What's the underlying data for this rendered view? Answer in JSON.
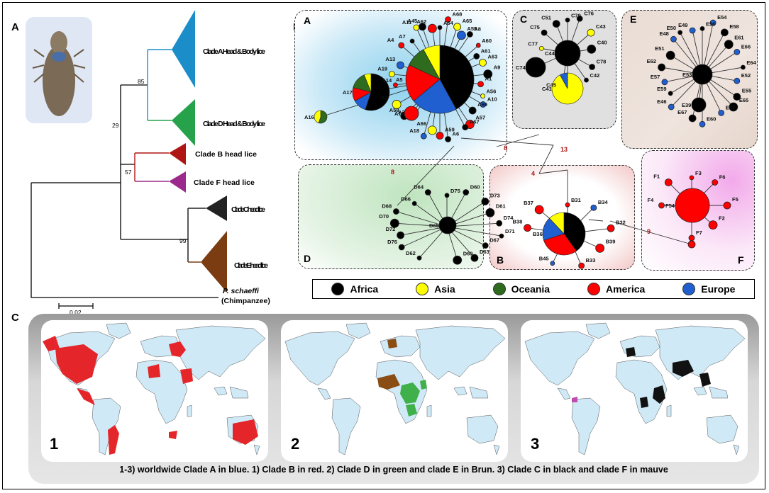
{
  "panel_labels": {
    "a": "A",
    "b": "B",
    "c": "C"
  },
  "tree": {
    "clades": [
      {
        "label": "Clade A Head & Body lice",
        "color": "#1b8ec9"
      },
      {
        "label": "Clade D Head & Body lice",
        "color": "#25a24a"
      },
      {
        "label": "Clade B head lice",
        "color": "#b01515"
      },
      {
        "label": "Clade F head lice",
        "color": "#9c2a8c"
      },
      {
        "label": "Clade C head lice",
        "color": "#222222"
      },
      {
        "label": "Clade E head lice",
        "color": "#7a3c10"
      }
    ],
    "bootstrap": [
      "85",
      "29",
      "57",
      "99"
    ],
    "outgroup_species": "P. schaeffi",
    "outgroup_common": "(Chimpanzee)",
    "scale_label": "0.02"
  },
  "network": {
    "boxes": [
      {
        "letter": "A",
        "nodes": [
          "A64",
          "A68",
          "A65",
          "A55",
          "A8",
          "A60",
          "A61",
          "A63",
          "A9",
          "A1",
          "A56",
          "A10",
          "A69",
          "A57",
          "A67",
          "A5",
          "A6",
          "A59",
          "A66",
          "A18",
          "A17",
          "A3",
          "A58",
          "A2",
          "A16",
          "A14",
          "A19",
          "A13",
          "A12",
          "A4",
          "A7",
          "A11",
          "A45",
          "A62"
        ]
      },
      {
        "letter": "C",
        "nodes": [
          "C79",
          "C76",
          "C43",
          "C40",
          "C78",
          "C42",
          "C44",
          "C45",
          "C74",
          "C41",
          "C77",
          "C75",
          "C51"
        ]
      },
      {
        "letter": "E",
        "nodes": [
          "E56",
          "E54",
          "E58",
          "E61",
          "E66",
          "E64",
          "E52",
          "E55",
          "E65",
          "E47",
          "E53",
          "E60",
          "E67",
          "E39",
          "E46",
          "E59",
          "E57",
          "E62",
          "E51",
          "E48",
          "E50",
          "E49"
        ]
      },
      {
        "letter": "D",
        "nodes": [
          "D75",
          "D60",
          "D73",
          "D61",
          "D74",
          "D71",
          "D67",
          "D63",
          "D69",
          "D65",
          "D62",
          "D76",
          "D72",
          "D70",
          "D68",
          "D66",
          "D64"
        ]
      },
      {
        "letter": "B",
        "nodes": [
          "B31",
          "B34",
          "B32",
          "B39",
          "B33",
          "B45",
          "B36",
          "B38",
          "B37"
        ]
      },
      {
        "letter": "F",
        "nodes": [
          "F3",
          "F6",
          "F5",
          "F2",
          "F7",
          "F54",
          "F4",
          "F1"
        ]
      }
    ],
    "link_labels": [
      "8",
      "13",
      "4",
      "9",
      "8"
    ],
    "legend": [
      {
        "label": "Africa",
        "color": "#000000"
      },
      {
        "label": "Asia",
        "color": "#ffff00"
      },
      {
        "label": "Oceania",
        "color": "#2e6b1f"
      },
      {
        "label": "America",
        "color": "#ff0000"
      },
      {
        "label": "Europe",
        "color": "#1f5fd0"
      }
    ]
  },
  "maps": {
    "numbers": [
      "1",
      "2",
      "3"
    ],
    "caption": "1-3) worldwide Clade A in blue. 1) Clade B in red. 2) Clade D in green and clade E in Brun. 3) Clade C in black and clade F in mauve"
  }
}
